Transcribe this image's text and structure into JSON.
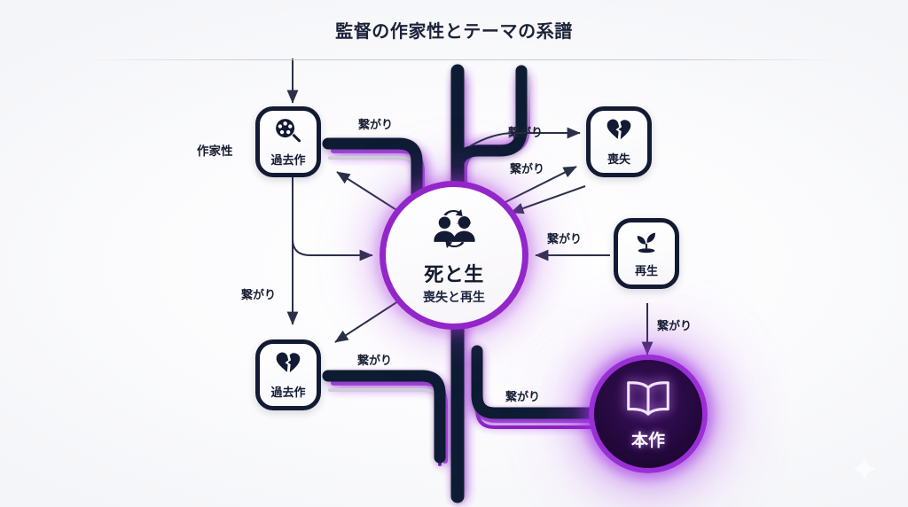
{
  "header": {
    "title": "監督の作家性とテーマの系譜"
  },
  "side_labels": [
    {
      "id": "authorship",
      "text": "作家性"
    }
  ],
  "nodes": [
    {
      "id": "past-work-top",
      "label": "過去作",
      "icon": "film-reel-icon",
      "shape": "rounded-rect",
      "highlight": false
    },
    {
      "id": "loss",
      "label": "喪失",
      "icon": "broken-heart-icon",
      "shape": "rounded-rect",
      "highlight": false
    },
    {
      "id": "theme-center",
      "label": "死と生",
      "sublabel": "喪失と再生",
      "icon": "people-cycle-icon",
      "shape": "circle",
      "highlight": true
    },
    {
      "id": "rebirth",
      "label": "再生",
      "icon": "seedling-icon",
      "shape": "rounded-rect",
      "highlight": false
    },
    {
      "id": "past-work-bottom",
      "label": "過去作",
      "icon": "broken-heart-icon",
      "shape": "rounded-rect",
      "highlight": false
    },
    {
      "id": "current-work",
      "label": "本作",
      "icon": "open-book-icon",
      "shape": "circle",
      "highlight": true
    }
  ],
  "edges": [
    {
      "id": "e1",
      "label": "繋がり",
      "from": "past-work-top",
      "to": "theme-center"
    },
    {
      "id": "e2",
      "label": "繋がり",
      "from": "theme-center",
      "to": "loss"
    },
    {
      "id": "e3",
      "label": "繋がり",
      "from": "loss",
      "to": "theme-center"
    },
    {
      "id": "e4",
      "label": "繋がり",
      "from": "past-work-top",
      "to": "past-work-bottom"
    },
    {
      "id": "e5",
      "label": "繋がり",
      "from": "rebirth",
      "to": "theme-center"
    },
    {
      "id": "e6",
      "label": "繋がり",
      "from": "rebirth",
      "to": "current-work"
    },
    {
      "id": "e7",
      "label": "繋がり",
      "from": "past-work-bottom",
      "to": "theme-center"
    },
    {
      "id": "e8",
      "label": "繋がり",
      "from": "theme-center",
      "to": "current-work"
    }
  ],
  "colors": {
    "trunk": "#111a33",
    "accent_purple": "#9326c9",
    "accent_purple_bright": "#a855f7",
    "node_ink": "#131a33",
    "background": "#fbfbfd",
    "current_fill": "#25093f"
  },
  "decor": {
    "sparkle": "sparkle-icon"
  }
}
